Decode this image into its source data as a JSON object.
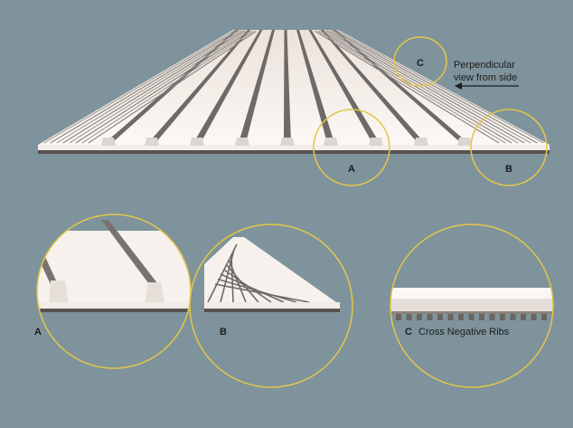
{
  "colors": {
    "background": "#7e939b",
    "highlight_ring": "#e4c64a",
    "panel_light": "#f6f1ec",
    "panel_shade": "#ddd6d0",
    "rib_dark": "#6d6a69",
    "base_dark": "#55504e",
    "label": "#1c1c1c"
  },
  "annotation": {
    "side_view_line1": "Perpendicular",
    "side_view_line2": "view from side",
    "arrow_icon": "left-arrow-icon"
  },
  "callouts": {
    "a": "A",
    "b": "B",
    "c": "C"
  },
  "detail_panels": {
    "a_label": "A",
    "b_label": "B",
    "c_label": "C",
    "c_caption": "Cross Negative Ribs"
  }
}
